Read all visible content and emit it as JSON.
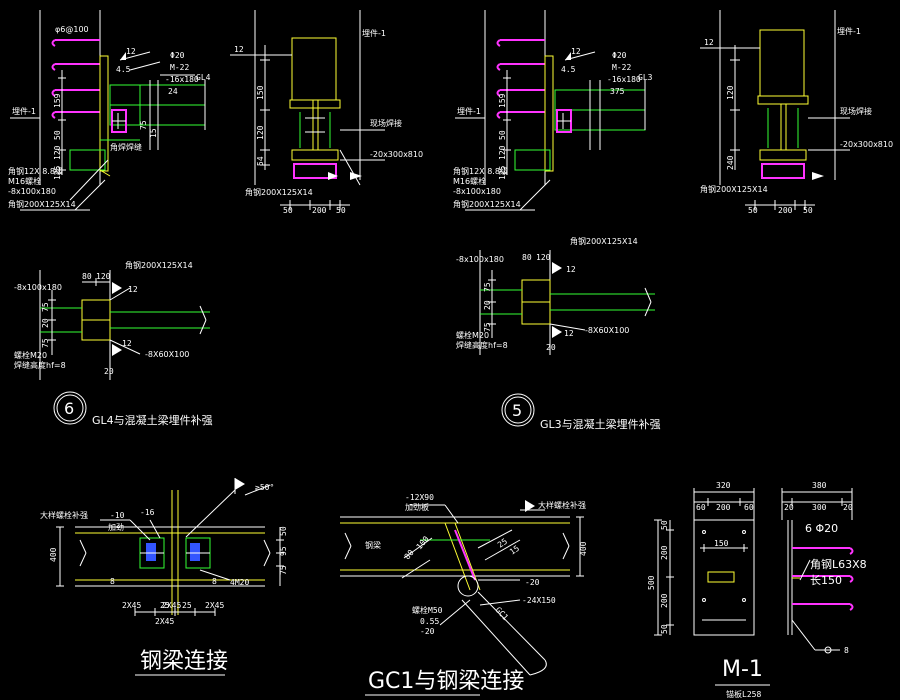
{
  "colors": {
    "background": "#000000",
    "line": "#ffffff",
    "green": "#33ff33",
    "yellow": "#ffff33",
    "magenta": "#ff33ff",
    "cyan": "#33ffff",
    "blue": "#3355ff"
  },
  "d1": {
    "embed": "埋件-1",
    "gl": "GL4",
    "phi20": "Φ20",
    "bolt": "M-22",
    "plate1": "-16x180",
    "plate2": "-8x100x180",
    "angle": "角钢200X125X14",
    "n12": "12",
    "n45": "4.5",
    "n24": "24",
    "n159": "159",
    "n120": "120",
    "n75": "75",
    "n50": "50",
    "n15": "15",
    "n125": "125",
    "rebar": "φ6@100",
    "weld": "角焊焊缝",
    "note1": "角钢12X 8.8级",
    "note2": "M16螺栓"
  },
  "d2": {
    "embed": "埋件-1",
    "n12": "12",
    "angle": "角钢200X125X14",
    "plate": "-20x300x810",
    "n50a": "50",
    "n200": "200",
    "n50b": "50",
    "n120": "120",
    "n150": "150",
    "n54": "54",
    "weld": "现场焊接"
  },
  "d3": {
    "embed": "埋件-1",
    "gl": "GL3",
    "phi20": "Φ20",
    "bolt": "M-22",
    "plate1": "-16x180",
    "plate2": "-8x100x180",
    "angle": "角钢200X125X14",
    "n12": "12",
    "n45": "4.5",
    "n375": "375",
    "n159": "159",
    "n50": "50",
    "n120": "120",
    "n125": "125",
    "note1": "角钢12X 8.8级",
    "note2": "M16螺栓"
  },
  "d4": {
    "embed": "埋件-1",
    "n12": "12",
    "angle": "角钢200X125X14",
    "plate": "-20x300x810",
    "n50a": "50",
    "n200": "200",
    "n50b": "50",
    "n120": "120",
    "n240": "240",
    "weld": "现场焊接"
  },
  "d6": {
    "label": "6",
    "title": "GL4与混凝土梁埋件补强",
    "angle": "角钢200X125X14",
    "plate1": "-8x100x180",
    "plate2": "-8X60X100",
    "n80": "80",
    "n120": "120",
    "n75a": "75",
    "n20": "20",
    "n75b": "75",
    "n12a": "12",
    "n12b": "12",
    "n20b": "20",
    "bolt": "螺栓M20",
    "note": "焊缝高度hf=8"
  },
  "d5": {
    "label": "5",
    "title": "GL3与混凝土梁埋件补强",
    "angle": "角钢200X125X14",
    "plate1": "-8x100x180",
    "plate2": "-8X60X100",
    "n80": "80",
    "n120": "120",
    "n75a": "75",
    "n20": "20",
    "n75b": "75",
    "n12a": "12",
    "n12b": "12",
    "n20b": "20",
    "bolt": "螺栓M20",
    "note": "焊缝高度hf=8"
  },
  "d7": {
    "title": "钢梁连接",
    "n10": "-10",
    "n16": "-16",
    "bolt": "4M20",
    "n400": "400",
    "n8a": "8",
    "n8b": "8",
    "n50": "50",
    "n95": "95",
    "n75": "75",
    "dimA": "2X45",
    "dimB": "2X45",
    "dimC": "2X45",
    "dimD": "2X45",
    "n25a": "25",
    "n25b": "25",
    "weld": "≥50°",
    "note": "大样螺栓补强",
    "label1": "加劲"
  },
  "d8": {
    "title": "GC1与钢梁连接",
    "plate": "-12X90",
    "n400": "400",
    "n20a": "-20",
    "n24": "-24X150",
    "n20b": "-20",
    "bolt": "螺栓M50",
    "n055": "0.55",
    "n80": "80",
    "n100": "100",
    "n25": "25",
    "n15": "15",
    "gc1": "GC1",
    "note": "大样螺栓补强",
    "beam": "钢梁",
    "label1": "加劲板"
  },
  "d9": {
    "title": "M-1",
    "n320": "320",
    "n60a": "60",
    "n200": "200",
    "n60b": "60",
    "n380": "380",
    "n20a": "20",
    "n300": "300",
    "n20b": "20",
    "n500": "500",
    "n50a": "50",
    "n200b": "200",
    "n200c": "200",
    "n50b": "50",
    "inner": "150",
    "rebar": "6 Φ20",
    "angle": "角钢L63X8",
    "len": "长150",
    "sub": "锚板L258",
    "n8": "8"
  }
}
